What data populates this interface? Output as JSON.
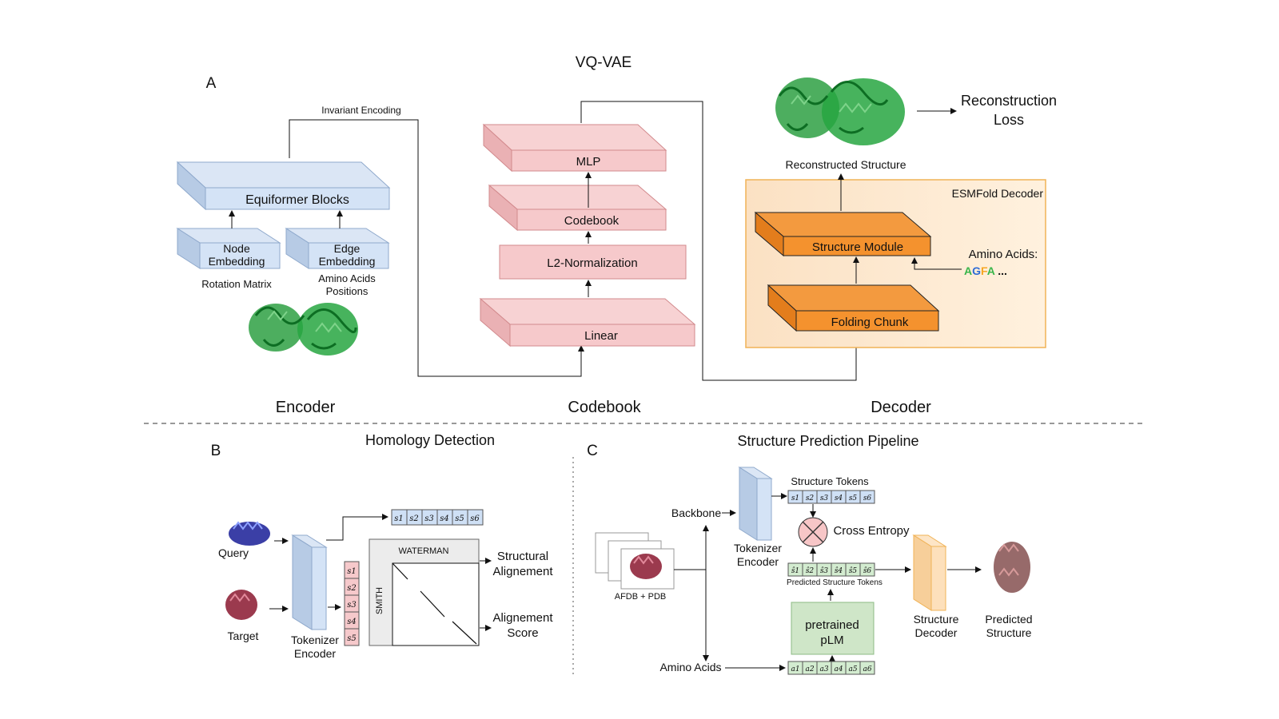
{
  "title": "VQ-VAE",
  "panel_a": {
    "letter": "A",
    "invariant_encoding": "Invariant Encoding",
    "equiformer": "Equiformer Blocks",
    "node_embedding": [
      "Node",
      "Embedding"
    ],
    "edge_embedding": [
      "Edge",
      "Embedding"
    ],
    "rotation_matrix": "Rotation Matrix",
    "amino_positions": [
      "Amino Acids",
      "Positions"
    ],
    "mlp": "MLP",
    "codebook_block": "Codebook",
    "l2norm": "L2-Normalization",
    "linear": "Linear",
    "reconstructed": "Reconstructed Structure",
    "recon_loss": [
      "Reconstruction",
      "Loss"
    ],
    "esmfold": "ESMFold Decoder",
    "structure_module": "Structure Module",
    "folding_chunk": "Folding Chunk",
    "amino_acids_label": "Amino Acids:",
    "aa_letters": [
      {
        "ch": "A",
        "color": "#39b54a"
      },
      {
        "ch": "G",
        "color": "#2e6bd6"
      },
      {
        "ch": "F",
        "color": "#f5a623"
      },
      {
        "ch": "A",
        "color": "#39b54a"
      }
    ],
    "aa_more": " ...",
    "sections": [
      "Encoder",
      "Codebook",
      "Decoder"
    ]
  },
  "panel_b": {
    "letter": "B",
    "title": "Homology Detection",
    "query": "Query",
    "target": "Target",
    "tokenizer": [
      "Tokenizer",
      "Encoder"
    ],
    "waterman": "WATERMAN",
    "smith": "SMITH",
    "structural_alignment": [
      "Structural",
      "Alignement"
    ],
    "alignment_score": [
      "Alignement",
      "Score"
    ],
    "tokens_h": [
      "s1",
      "s2",
      "s3",
      "s4",
      "s5",
      "s6"
    ],
    "tokens_v": [
      "s1",
      "s2",
      "s3",
      "s4",
      "s5"
    ]
  },
  "panel_c": {
    "letter": "C",
    "title": "Structure Prediction Pipeline",
    "backbone": "Backbone",
    "amino_acids": "Amino Acids",
    "afdb": "AFDB + PDB",
    "tokenizer": [
      "Tokenizer",
      "Encoder"
    ],
    "structure_tokens": "Structure Tokens",
    "cross_entropy": "Cross Entropy",
    "predicted_tokens": "Predicted Structure Tokens",
    "plm": [
      "pretrained",
      "pLM"
    ],
    "structure_decoder": [
      "Structure",
      "Decoder"
    ],
    "predicted_structure": [
      "Predicted",
      "Structure"
    ],
    "tokens_s": [
      "s1",
      "s2",
      "s3",
      "s4",
      "s5",
      "s6"
    ],
    "tokens_shat": [
      "ŝ1",
      "ŝ2",
      "ŝ3",
      "ŝ4",
      "ŝ5",
      "ŝ6"
    ],
    "tokens_a": [
      "a1",
      "a2",
      "a3",
      "a4",
      "a5",
      "a6"
    ]
  }
}
